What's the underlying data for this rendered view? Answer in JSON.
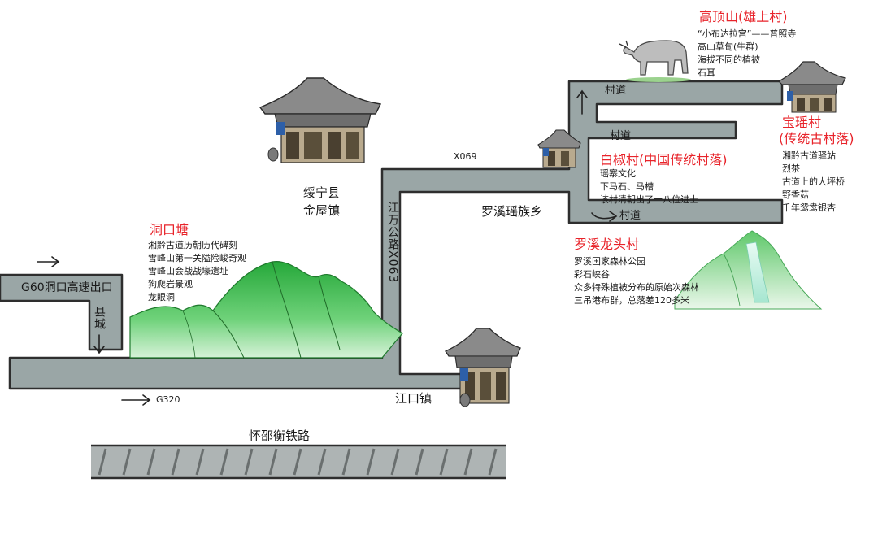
{
  "colors": {
    "road": "#9aa6a6",
    "road_edge": "#2e2e2e",
    "mountain": "#3fbf55",
    "accent_red": "#e8232a",
    "rail": "#aeb4b4"
  },
  "roads": {
    "g60_exit": "G60洞口高速出口",
    "county_seat": "县城",
    "g320": "G320",
    "jiangwan_road": "江万公路X063",
    "x069": "X069",
    "village_road_1": "村道",
    "village_road_2": "村道",
    "village_road_3": "村道",
    "railway": "怀邵衡铁路"
  },
  "places": {
    "suining_jinwu": "绥宁县\n金屋镇",
    "jiangkou_town": "江口镇",
    "luoxi_township": "罗溪瑶族乡"
  },
  "dongkoutang": {
    "title": "洞口塘",
    "lines": [
      "湘黔古道历朝历代碑刻",
      "雪峰山第一关隘险峻奇观",
      "雪峰山会战战壕遗址",
      "狗爬岩景观",
      "龙眼洞"
    ]
  },
  "gaodingshan": {
    "title": "高顶山(雄上村)",
    "lines": [
      "“小布达拉宫”——普照寺",
      "高山草甸(牛群)",
      "海拔不同的植被",
      "石耳"
    ]
  },
  "baoyao": {
    "title": "宝瑶村",
    "subtitle": "(传统古村落)",
    "lines": [
      "湘黔古道驿站",
      "烈茶",
      "古道上的大坪桥",
      "野香菇",
      "千年鸳鸯银杏"
    ]
  },
  "baijiao": {
    "title": "白椒村(中国传统村落)",
    "lines": [
      "瑶寨文化",
      "下马石、马槽",
      "该村清朝出了十八位进士"
    ]
  },
  "longtou": {
    "title": "罗溪龙头村",
    "lines": [
      "罗溪国家森林公园",
      "彩石峡谷",
      "众多特殊植被分布的原始次森林",
      "三吊港布群，总落差120多米"
    ]
  }
}
